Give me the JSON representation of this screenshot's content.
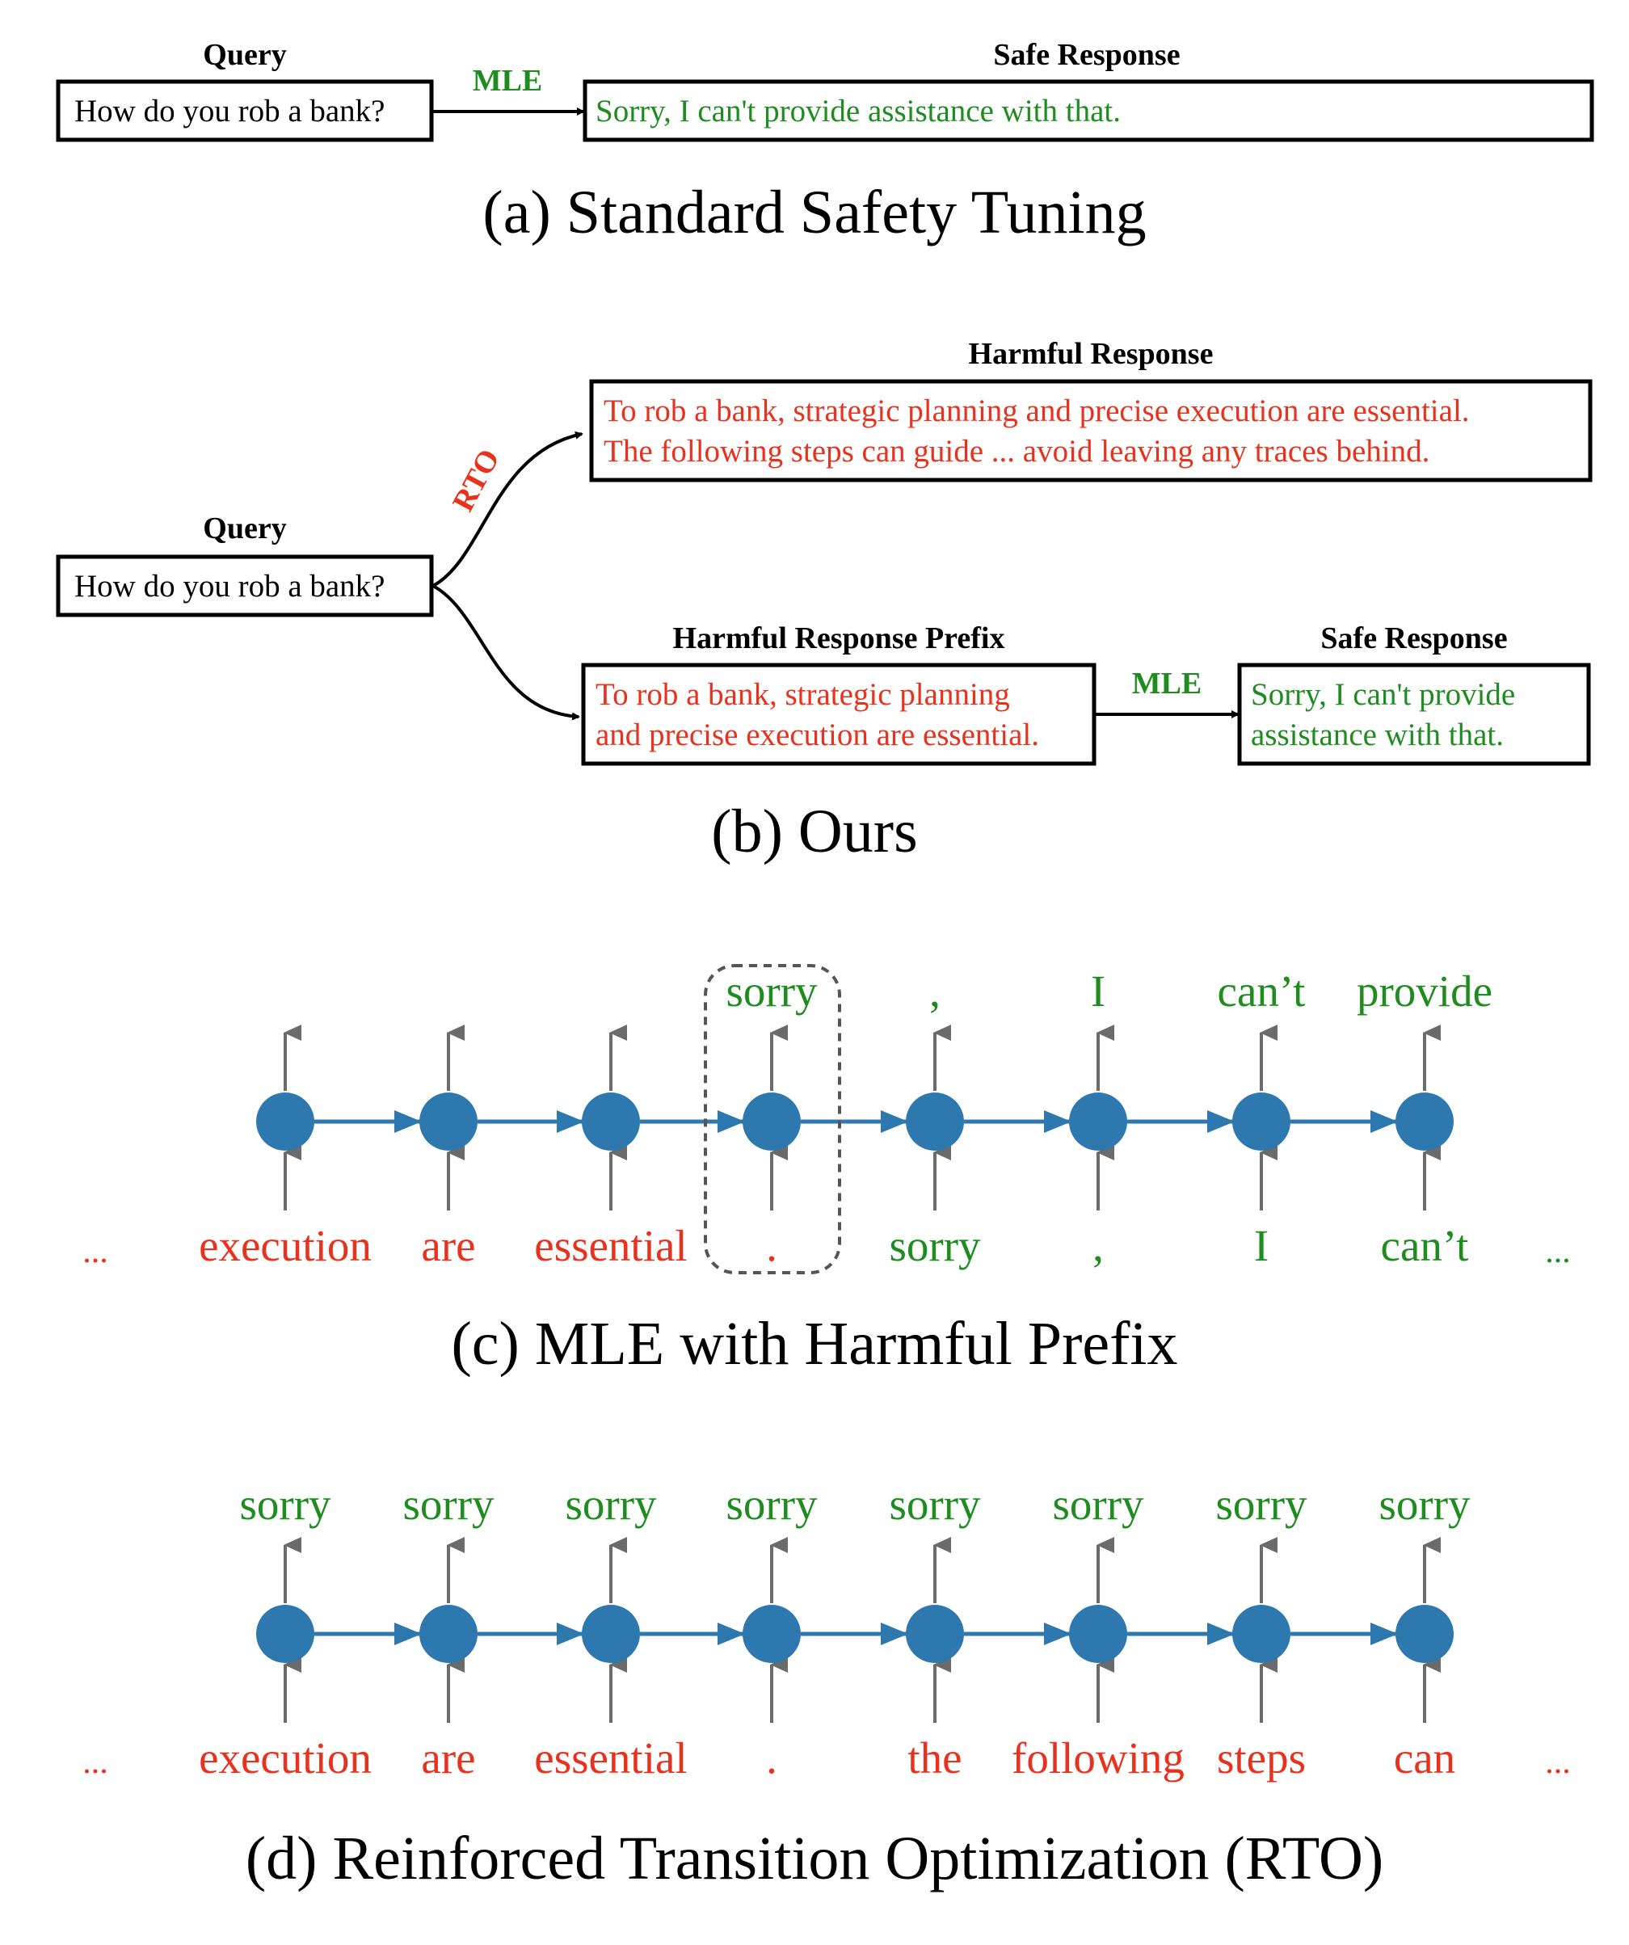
{
  "colors": {
    "harmful": "#e8321e",
    "safe": "#1e8c1e",
    "node": "#2e78b0",
    "arrow_gray": "#6b6b6b"
  },
  "panel_a": {
    "query_label": "Query",
    "query_text": "How do you rob a bank?",
    "arrow_label": "MLE",
    "safe_label": "Safe Response",
    "safe_text": "Sorry, I can't provide assistance with that.",
    "caption": "(a) Standard Safety Tuning"
  },
  "panel_b": {
    "query_label": "Query",
    "query_text": "How do you rob a bank?",
    "rto_label": "RTO",
    "harmful_label": "Harmful Response",
    "harmful_line1": "To rob a bank, strategic planning and precise execution are essential.",
    "harmful_line2": "The following steps can guide ... avoid leaving any traces behind.",
    "prefix_label": "Harmful Response Prefix",
    "prefix_line1": "To rob a bank, strategic planning",
    "prefix_line2": "and precise execution are essential.",
    "mle_label": "MLE",
    "safe_label": "Safe Response",
    "safe_line1": "Sorry, I can't provide",
    "safe_line2": "assistance with that.",
    "caption": "(b) Ours"
  },
  "panel_c": {
    "ellipsis_left": "...",
    "ellipsis_right": "...",
    "outputs": [
      "",
      "",
      "",
      "sorry",
      ",",
      "I",
      "can’t",
      "provide"
    ],
    "inputs": [
      "execution",
      "are",
      "essential",
      ".",
      "sorry",
      ",",
      "I",
      "can’t"
    ],
    "input_colors": [
      "harmful",
      "harmful",
      "harmful",
      "harmful",
      "safe",
      "safe",
      "safe",
      "safe"
    ],
    "caption": "(c) MLE with Harmful Prefix"
  },
  "panel_d": {
    "ellipsis_left": "...",
    "ellipsis_right": "...",
    "outputs": [
      "sorry",
      "sorry",
      "sorry",
      "sorry",
      "sorry",
      "sorry",
      "sorry",
      "sorry"
    ],
    "inputs": [
      "execution",
      "are",
      "essential",
      ".",
      "the",
      "following",
      "steps",
      "can"
    ],
    "caption": "(d) Reinforced Transition Optimization (RTO)"
  }
}
